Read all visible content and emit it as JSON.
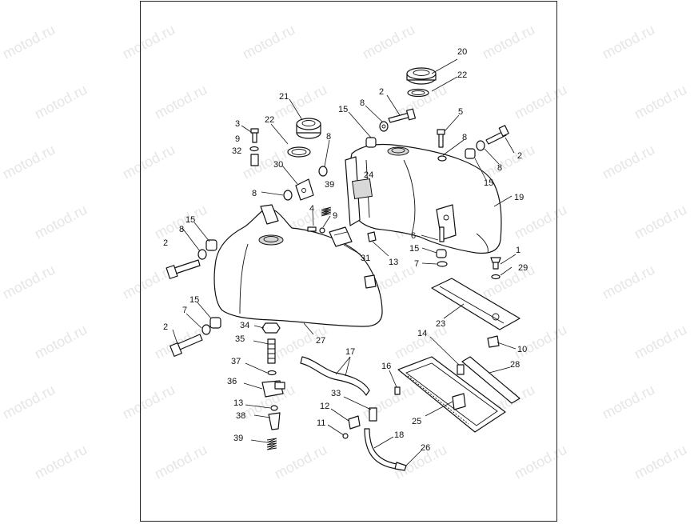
{
  "watermark": "motod.ru",
  "callouts": [
    {
      "id": "c20",
      "text": "20"
    },
    {
      "id": "c22a",
      "text": "22"
    },
    {
      "id": "c2a",
      "text": "2"
    },
    {
      "id": "c21",
      "text": "21"
    },
    {
      "id": "c8a",
      "text": "8"
    },
    {
      "id": "c15a",
      "text": "15"
    },
    {
      "id": "c5",
      "text": "5"
    },
    {
      "id": "c3",
      "text": "3"
    },
    {
      "id": "c22b",
      "text": "22"
    },
    {
      "id": "c8b",
      "text": "8"
    },
    {
      "id": "c8c",
      "text": "8"
    },
    {
      "id": "c2b",
      "text": "2"
    },
    {
      "id": "c9a",
      "text": "9"
    },
    {
      "id": "c32",
      "text": "32"
    },
    {
      "id": "c8d",
      "text": "8"
    },
    {
      "id": "c30",
      "text": "30"
    },
    {
      "id": "c24",
      "text": "24"
    },
    {
      "id": "c15b",
      "text": "15"
    },
    {
      "id": "c39a",
      "text": "39"
    },
    {
      "id": "c8e",
      "text": "8"
    },
    {
      "id": "c19",
      "text": "19"
    },
    {
      "id": "c4",
      "text": "4"
    },
    {
      "id": "c9b",
      "text": "9"
    },
    {
      "id": "c15c",
      "text": "15"
    },
    {
      "id": "c8f",
      "text": "8"
    },
    {
      "id": "c6",
      "text": "6"
    },
    {
      "id": "c2c",
      "text": "2"
    },
    {
      "id": "c15d",
      "text": "15"
    },
    {
      "id": "c31",
      "text": "31"
    },
    {
      "id": "c13a",
      "text": "13"
    },
    {
      "id": "c1",
      "text": "1"
    },
    {
      "id": "c7a",
      "text": "7"
    },
    {
      "id": "c29",
      "text": "29"
    },
    {
      "id": "c15e",
      "text": "15"
    },
    {
      "id": "c7b",
      "text": "7"
    },
    {
      "id": "c23",
      "text": "23"
    },
    {
      "id": "c2d",
      "text": "2"
    },
    {
      "id": "c34",
      "text": "34"
    },
    {
      "id": "c27",
      "text": "27"
    },
    {
      "id": "c10",
      "text": "10"
    },
    {
      "id": "c14",
      "text": "14"
    },
    {
      "id": "c35",
      "text": "35"
    },
    {
      "id": "c17",
      "text": "17"
    },
    {
      "id": "c28",
      "text": "28"
    },
    {
      "id": "c37",
      "text": "37"
    },
    {
      "id": "c16",
      "text": "16"
    },
    {
      "id": "c36",
      "text": "36"
    },
    {
      "id": "c33",
      "text": "33"
    },
    {
      "id": "c13b",
      "text": "13"
    },
    {
      "id": "c12",
      "text": "12"
    },
    {
      "id": "c25",
      "text": "25"
    },
    {
      "id": "c38",
      "text": "38"
    },
    {
      "id": "c11",
      "text": "11"
    },
    {
      "id": "c18",
      "text": "18"
    },
    {
      "id": "c39b",
      "text": "39"
    },
    {
      "id": "c26",
      "text": "26"
    }
  ]
}
